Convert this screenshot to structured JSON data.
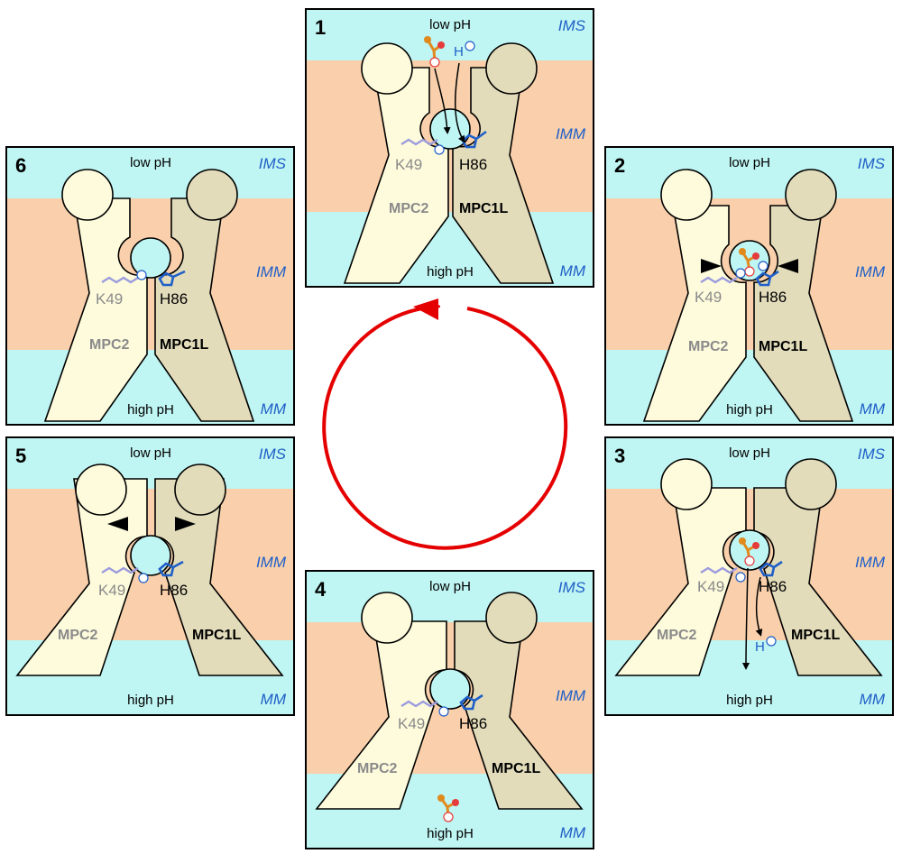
{
  "colors": {
    "ims": "#bff5f2",
    "imm": "#f9d0ab",
    "mpc2": "#fdfbdc",
    "mpc1l": "#e2dcbb",
    "blue_label": "#1f5fc8",
    "cycle_arrow": "#e50000",
    "lysine": "#9b9bdf",
    "histidine": "#1f5fc8",
    "pyruvate": "#e08a1e",
    "pyruvate_o": "#e53b3b"
  },
  "icons": {
    "pyruvate": "pyruvate-molecule-icon",
    "proton": "proton-charge-icon",
    "gate": "gate-triangle-icon",
    "lysine": "lysine-sidechain-icon",
    "histidine": "histidine-sidechain-icon"
  },
  "panels": [
    {
      "step": "1",
      "top": "low pH",
      "bottom": "high pH",
      "ims": "IMS",
      "imm": "IMM",
      "mm": "MM",
      "mpc2": "MPC2",
      "mpc1l": "MPC1L",
      "k49": "K49",
      "h86": "H86",
      "proton": "H"
    },
    {
      "step": "2",
      "top": "low pH",
      "bottom": "high pH",
      "ims": "IMS",
      "imm": "IMM",
      "mm": "MM",
      "mpc2": "MPC2",
      "mpc1l": "MPC1L",
      "k49": "K49",
      "h86": "H86"
    },
    {
      "step": "3",
      "top": "low pH",
      "bottom": "high pH",
      "ims": "IMS",
      "imm": "IMM",
      "mm": "MM",
      "mpc2": "MPC2",
      "mpc1l": "MPC1L",
      "k49": "K49",
      "h86": "H86",
      "proton": "H"
    },
    {
      "step": "4",
      "top": "low pH",
      "bottom": "high pH",
      "ims": "IMS",
      "imm": "IMM",
      "mm": "MM",
      "mpc2": "MPC2",
      "mpc1l": "MPC1L",
      "k49": "K49",
      "h86": "H86"
    },
    {
      "step": "5",
      "top": "low pH",
      "bottom": "high pH",
      "ims": "IMS",
      "imm": "IMM",
      "mm": "MM",
      "mpc2": "MPC2",
      "mpc1l": "MPC1L",
      "k49": "K49",
      "h86": "H86"
    },
    {
      "step": "6",
      "top": "low pH",
      "bottom": "high pH",
      "ims": "IMS",
      "imm": "IMM",
      "mm": "MM",
      "mpc2": "MPC2",
      "mpc1l": "MPC1L",
      "k49": "K49",
      "h86": "H86"
    }
  ]
}
